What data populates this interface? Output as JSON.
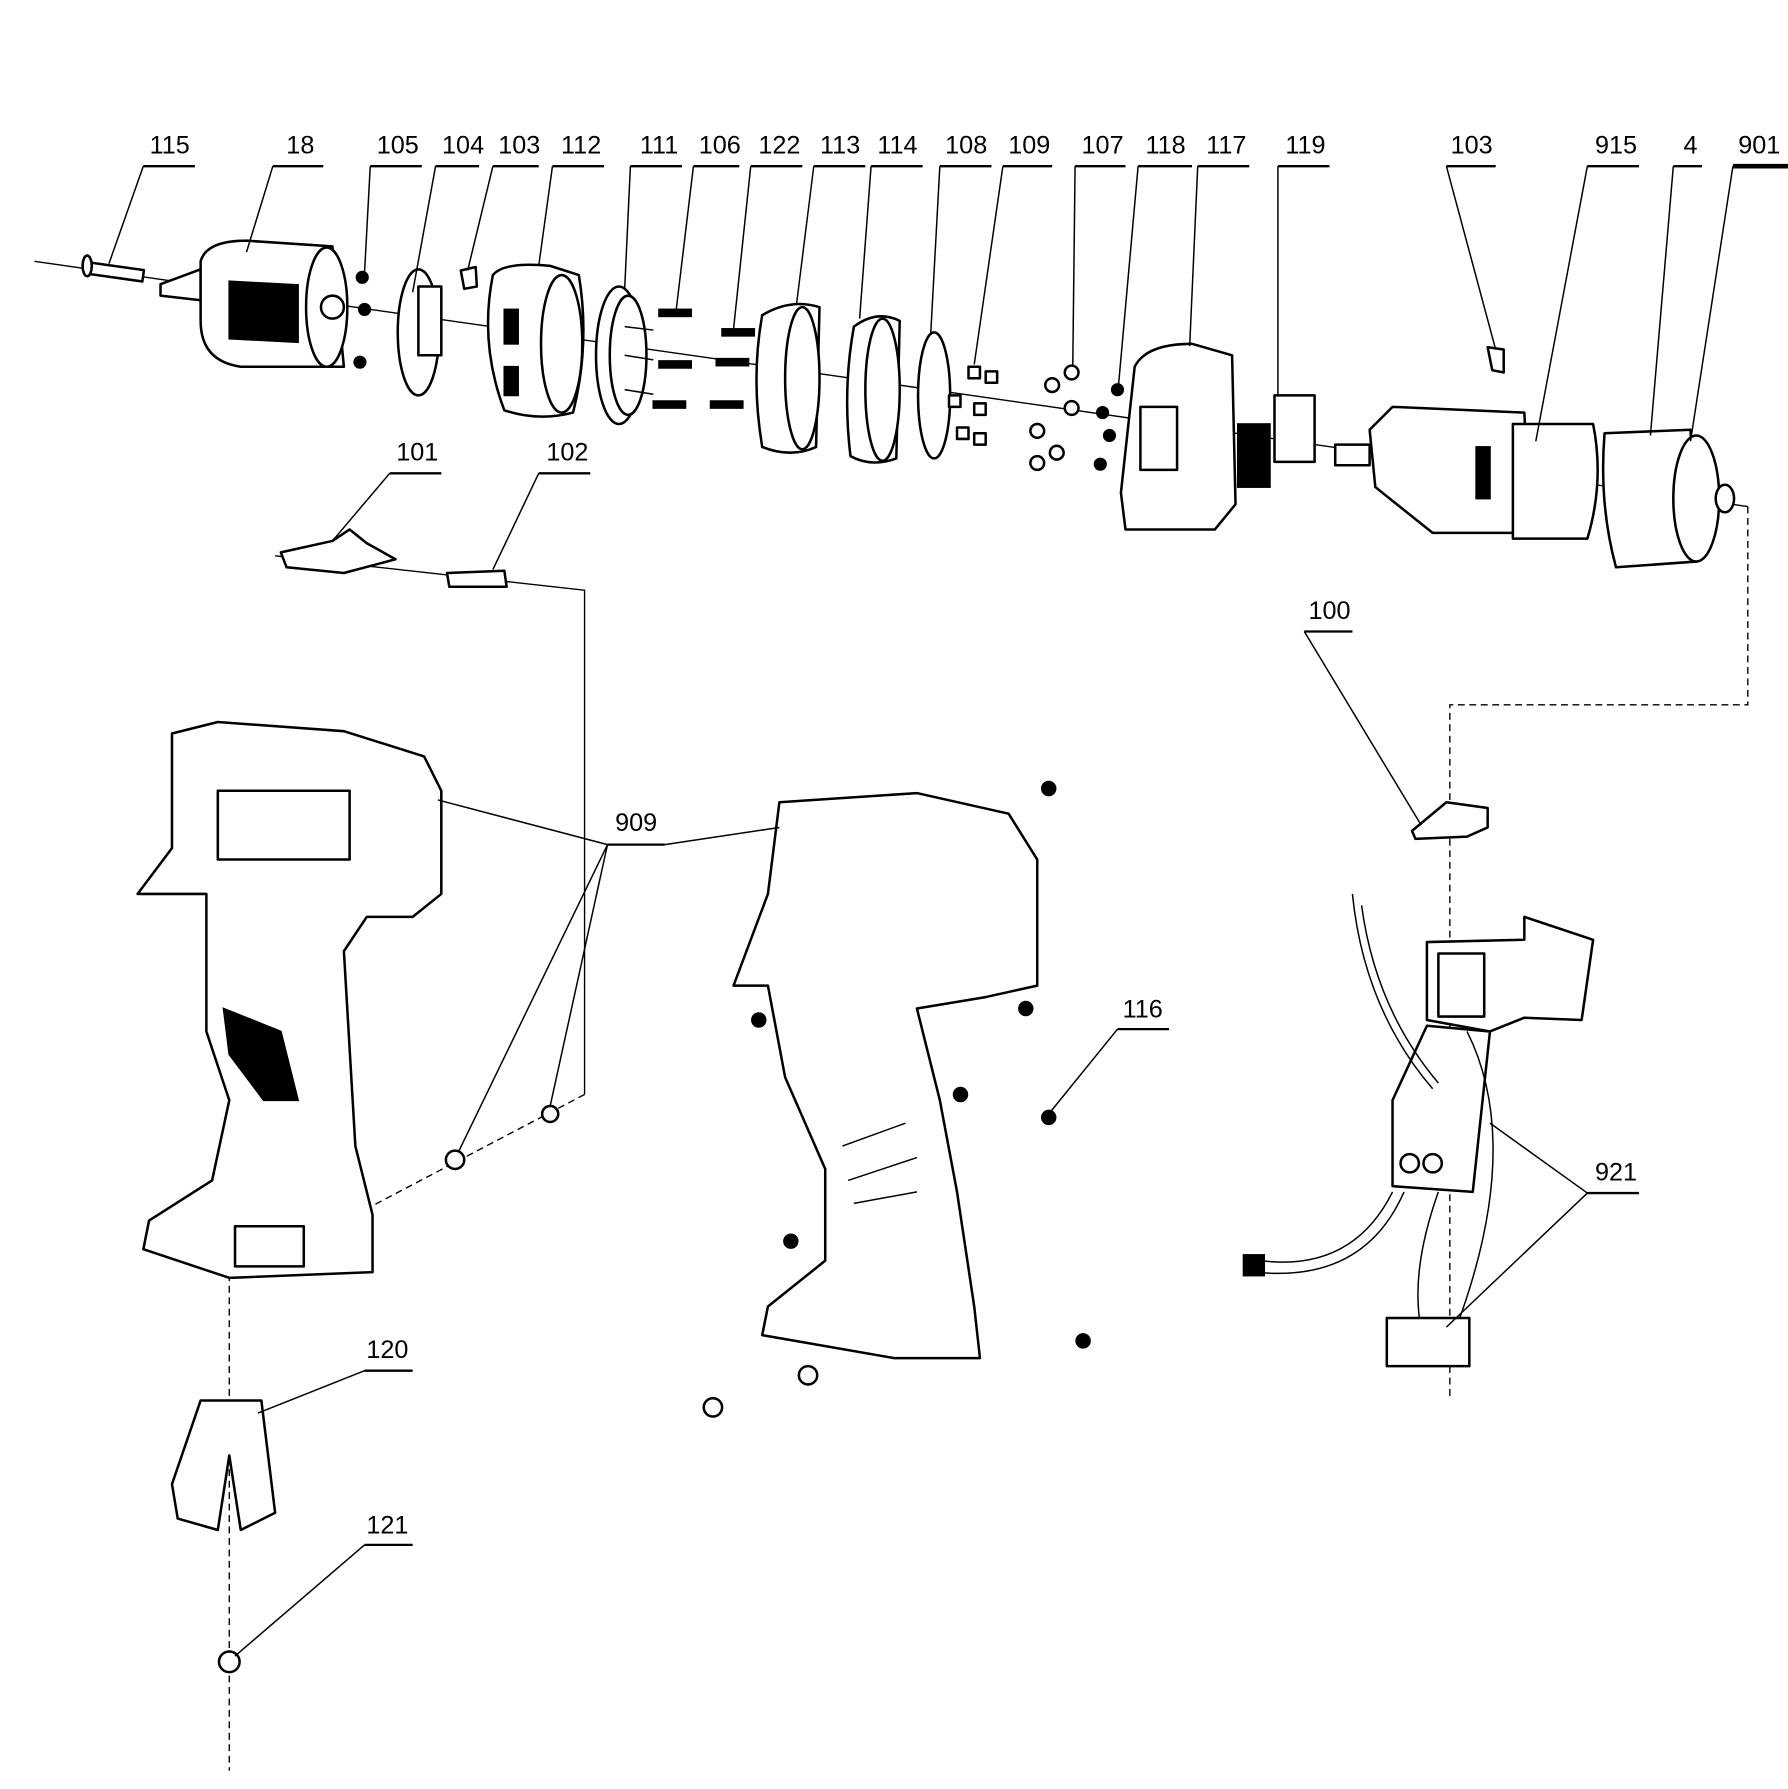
{
  "diagram": {
    "type": "exploded-parts-diagram",
    "part_labels_top": [
      "115",
      "18",
      "105",
      "104",
      "103",
      "112",
      "111",
      "106",
      "122",
      "113",
      "114",
      "108",
      "109",
      "107",
      "118",
      "117",
      "119",
      "103",
      "915",
      "4",
      "901"
    ],
    "part_labels_other": [
      "101",
      "102",
      "909",
      "100",
      "116",
      "921",
      "120",
      "121"
    ]
  },
  "colors": {
    "line": "#000000",
    "background": "#ffffff"
  }
}
